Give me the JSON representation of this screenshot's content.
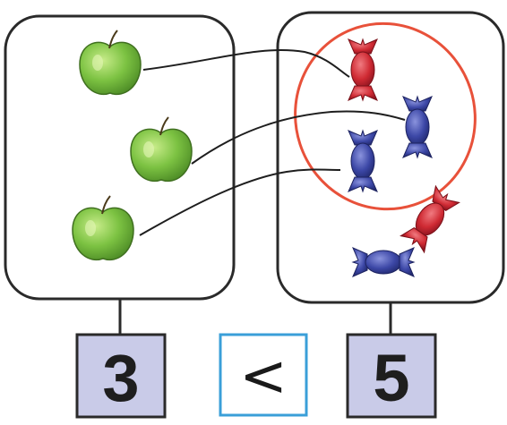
{
  "exercise": {
    "left_group": {
      "item": "apple-icon",
      "count": 3,
      "number_label": "3"
    },
    "right_group": {
      "item": "candy-icon",
      "count": 5,
      "number_label": "5",
      "candies": [
        "red",
        "blue",
        "blue",
        "red",
        "blue"
      ]
    },
    "comparison_sign": "<",
    "matched_pairs": 3
  },
  "colors": {
    "apple": "#7cc242",
    "candy_red": "#cf2a33",
    "candy_blue": "#3c47a6",
    "circle": "#e8513a",
    "box_fill": "#c9cbe8",
    "sign_border": "#3a9fd8",
    "line": "#1e1e1e"
  }
}
